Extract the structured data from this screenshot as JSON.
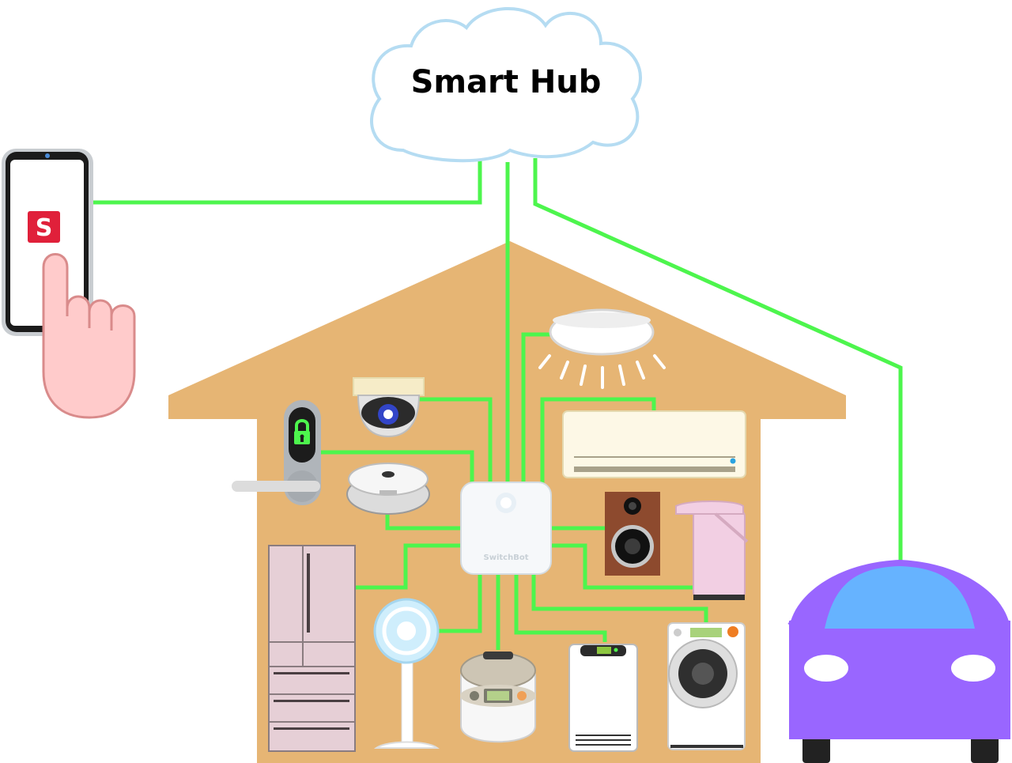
{
  "hub": {
    "title": "Smart Hub"
  },
  "phone": {
    "app_letter": "S"
  },
  "switchbot": {
    "brand": "SwitchBot"
  },
  "colors": {
    "link": "#4df54d",
    "house": "#e6b574",
    "cloud_stroke": "#b5dcf2",
    "car": "#9966ff",
    "car_window": "#66b3ff",
    "app_icon": "#e0203a"
  },
  "devices": [
    "smart-lock",
    "security-camera",
    "robot-vacuum",
    "ceiling-light",
    "air-conditioner",
    "speaker",
    "electric-kettle",
    "refrigerator",
    "electric-fan",
    "rice-cooker",
    "air-purifier",
    "washing-machine",
    "car"
  ]
}
